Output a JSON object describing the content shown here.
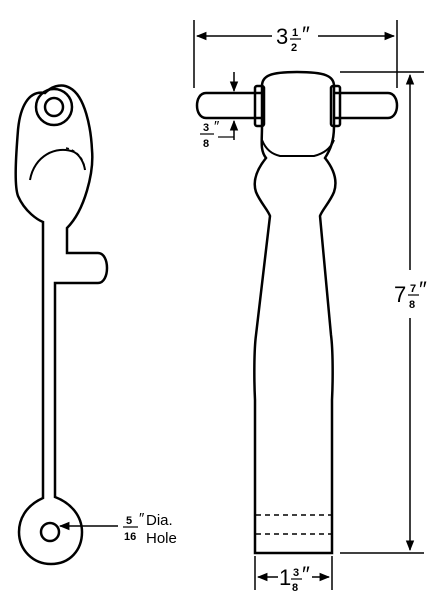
{
  "drawing": {
    "stroke_color": "#000000",
    "background": "#ffffff"
  },
  "dimensions": {
    "width_top": {
      "whole": "3",
      "num": "1",
      "den": "2",
      "unit": "″"
    },
    "handle_dia": {
      "num": "3",
      "den": "8",
      "unit": "″"
    },
    "height": {
      "whole": "7",
      "num": "7",
      "den": "8",
      "unit": "″"
    },
    "bottom_width": {
      "whole": "1",
      "num": "3",
      "den": "8",
      "unit": "″"
    },
    "hole": {
      "num": "5",
      "den": "16",
      "unit": "″",
      "line1": "Dia.",
      "line2": "Hole"
    }
  }
}
